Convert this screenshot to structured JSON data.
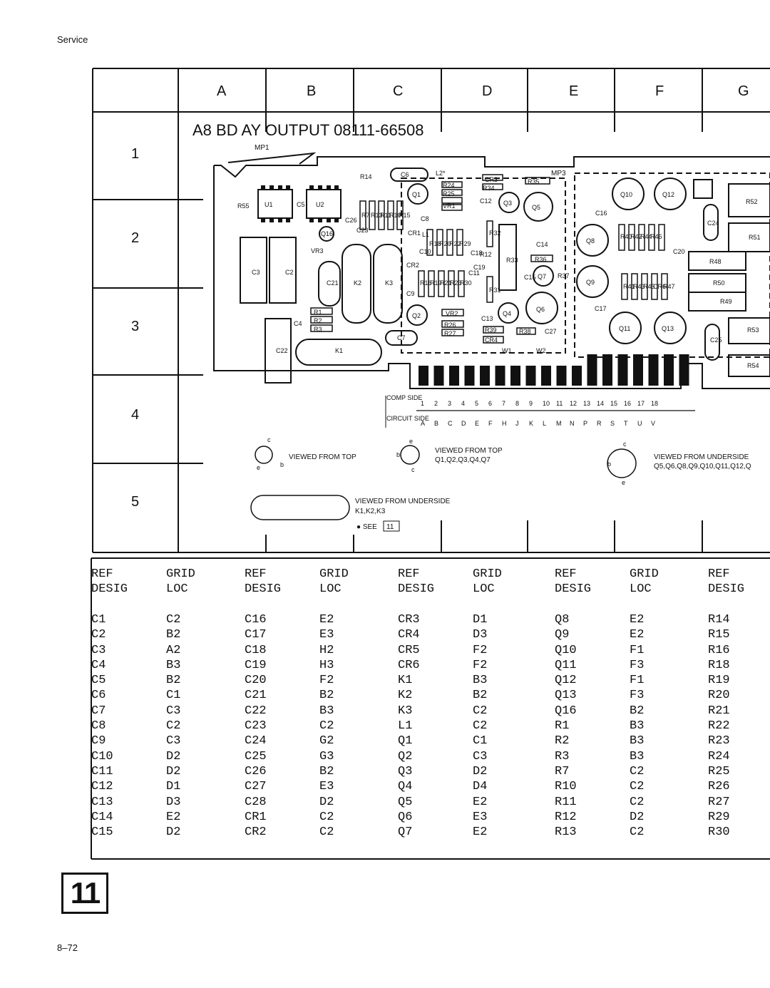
{
  "header": {
    "section": "Service"
  },
  "footer": {
    "page": "8–72",
    "figure_number": "11"
  },
  "grid": {
    "columns": [
      "A",
      "B",
      "C",
      "D",
      "E",
      "F",
      "G"
    ],
    "rows": [
      "1",
      "2",
      "3",
      "4",
      "5"
    ]
  },
  "board": {
    "title": "A8 BD AY OUTPUT 08111-66508",
    "mp1": "MP1",
    "mp3": "MP3",
    "comp_side_label": "COMP SIDE",
    "comp_side_pins": [
      "1",
      "2",
      "3",
      "4",
      "5",
      "6",
      "7",
      "8",
      "9",
      "10",
      "11",
      "12",
      "13",
      "14",
      "15",
      "16",
      "17",
      "18"
    ],
    "circuit_side_label": "CIRCUIT SIDE",
    "circuit_side_pins": [
      "A",
      "B",
      "C",
      "D",
      "E",
      "F",
      "H",
      "J",
      "K",
      "L",
      "M",
      "N",
      "P",
      "R",
      "S",
      "T",
      "U",
      "V"
    ],
    "notes": {
      "view1": "VIEWED FROM TOP",
      "view2_title": "VIEWED FROM TOP",
      "view2_list": "Q1,Q2,Q3,Q4,Q7",
      "view3_title": "VIEWED FROM UNDERSIDE",
      "view3_list": "Q5,Q6,Q8,Q9,Q10,Q11,Q12,Q",
      "relay_title": "VIEWED FROM UNDERSIDE",
      "relay_list": "K1,K2,K3",
      "see_note": "● SEE",
      "see_ref": "11"
    },
    "components": [
      "R14",
      "C6",
      "L2*",
      "CR3",
      "R35",
      "R55",
      "U1",
      "U2",
      "C5",
      "R24",
      "R34",
      "R25",
      "VR1",
      "C12",
      "Q1",
      "Q3",
      "Q5",
      "C16",
      "Q10",
      "Q12",
      "R52",
      "C24",
      "R51",
      "R7",
      "R13",
      "R11",
      "R10",
      "R15",
      "C8",
      "C26",
      "C23",
      "Q16",
      "VR3",
      "CR1",
      "L1",
      "R18",
      "R20",
      "R22",
      "R29",
      "C18",
      "R32",
      "C14",
      "R40",
      "R42",
      "R44",
      "R46",
      "C20",
      "R48",
      "C3",
      "C2",
      "C21",
      "K2",
      "K3",
      "CR2",
      "C19",
      "R36",
      "R33",
      "Q8",
      "C10",
      "C11",
      "R12",
      "C15",
      "Q7",
      "R37",
      "R16",
      "R19",
      "R21",
      "R23",
      "R30",
      "R31",
      "R41",
      "R43",
      "R45",
      "CR6",
      "R47",
      "R50",
      "Q9",
      "C9",
      "Q2",
      "VR2",
      "C13",
      "Q4",
      "Q6",
      "C17",
      "R49",
      "R1",
      "R2",
      "R3",
      "C4",
      "R26",
      "R27",
      "R39",
      "R38",
      "CR4",
      "C27",
      "C22",
      "C7",
      "K1",
      "Q11",
      "Q13",
      "R53",
      "C25",
      "R54",
      "W1",
      "W2"
    ],
    "transistor_pins": {
      "c": "c",
      "b": "b",
      "e": "e"
    }
  },
  "ref_table": {
    "headers": [
      [
        "REF",
        "DESIG"
      ],
      [
        "GRID",
        "LOC"
      ]
    ],
    "columns": [
      {
        "ref": [
          "C1",
          "C2",
          "C3",
          "C4",
          "C5",
          "C6",
          "C7",
          "C8",
          "C9",
          "C10",
          "C11",
          "C12",
          "C13",
          "C14",
          "C15"
        ],
        "loc": [
          "C2",
          "B2",
          "A2",
          "B3",
          "B2",
          "C1",
          "C3",
          "C2",
          "C3",
          "D2",
          "D2",
          "D1",
          "D3",
          "E2",
          "D2"
        ]
      },
      {
        "ref": [
          "C16",
          "C17",
          "C18",
          "C19",
          "C20",
          "C21",
          "C22",
          "C23",
          "C24",
          "C25",
          "C26",
          "C27",
          "C28",
          "CR1",
          "CR2"
        ],
        "loc": [
          "E2",
          "E3",
          "H2",
          "H3",
          "F2",
          "B2",
          "B3",
          "C2",
          "G2",
          "G3",
          "B2",
          "E3",
          "D2",
          "C2",
          "C2"
        ]
      },
      {
        "ref": [
          "CR3",
          "CR4",
          "CR5",
          "CR6",
          "K1",
          "K2",
          "K3",
          "L1",
          "Q1",
          "Q2",
          "Q3",
          "Q4",
          "Q5",
          "Q6",
          "Q7"
        ],
        "loc": [
          "D1",
          "D3",
          "F2",
          "F2",
          "B3",
          "B2",
          "C2",
          "C2",
          "C1",
          "C3",
          "D2",
          "D4",
          "E2",
          "E3",
          "E2"
        ]
      },
      {
        "ref": [
          "Q8",
          "Q9",
          "Q10",
          "Q11",
          "Q12",
          "Q13",
          "Q16",
          "R1",
          "R2",
          "R3",
          "R7",
          "R10",
          "R11",
          "R12",
          "R13"
        ],
        "loc": [
          "E2",
          "E2",
          "F1",
          "F3",
          "F1",
          "F3",
          "B2",
          "B3",
          "B3",
          "B3",
          "C2",
          "C2",
          "C2",
          "D2",
          "C2"
        ]
      },
      {
        "ref": [
          "R14",
          "R15",
          "R16",
          "R18",
          "R19",
          "R20",
          "R21",
          "R22",
          "R23",
          "R24",
          "R25",
          "R26",
          "R27",
          "R29",
          "R30"
        ],
        "loc": []
      }
    ]
  }
}
